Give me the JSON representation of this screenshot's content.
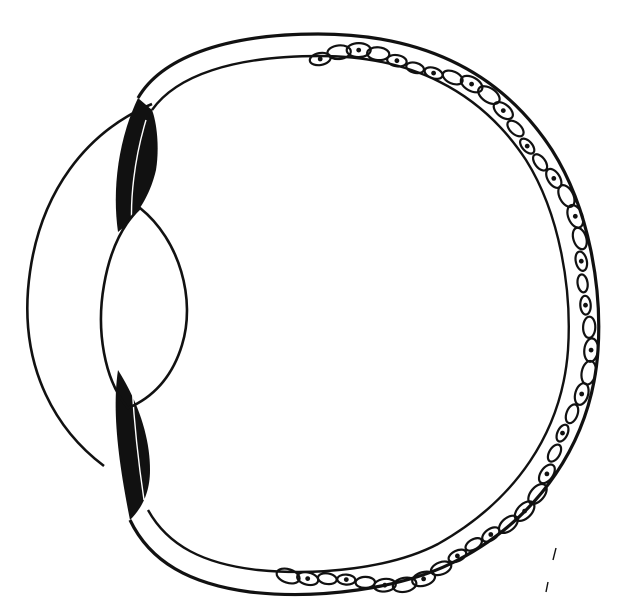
{
  "figure": {
    "subject": "eye-cross-section",
    "parts": [
      {
        "key": "cornea"
      },
      {
        "key": "lens"
      },
      {
        "key": "iris"
      },
      {
        "key": "sclera"
      },
      {
        "key": "retina"
      }
    ],
    "colors": {
      "ink": "#111111",
      "background": "#ffffff"
    }
  }
}
